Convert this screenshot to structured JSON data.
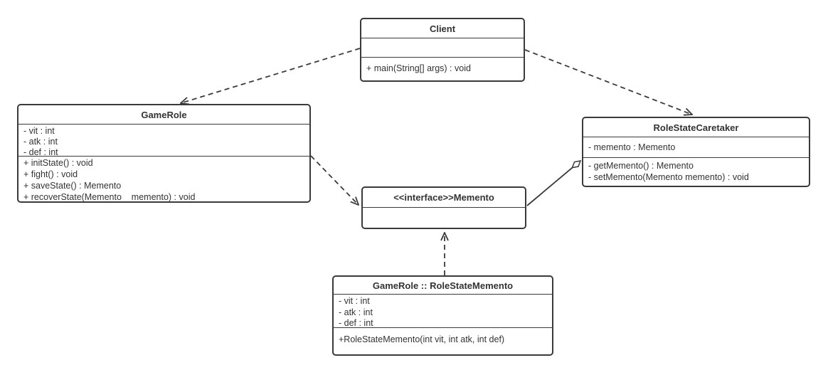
{
  "canvas": {
    "background": "#ffffff",
    "stroke_color": "#3a3a3a",
    "text_color": "#333333"
  },
  "classes": [
    {
      "name": "Client",
      "attributes": [],
      "methods": [
        "+ main(String[] args) : void"
      ]
    },
    {
      "name": "GameRole",
      "attributes": [
        "- vit : int",
        "- atk : int",
        "- def : int"
      ],
      "methods": [
        "+ initState() : void",
        "+ fight() : void",
        "+ saveState() : Memento",
        "+ recoverState(Memento    memento) : void"
      ]
    },
    {
      "name": "RoleStateCaretaker",
      "attributes": [
        "- memento : Memento"
      ],
      "methods": [
        "- getMemento() : Memento",
        "- setMemento(Memento memento) : void"
      ]
    },
    {
      "name": "<<interface>>Memento",
      "attributes": [],
      "methods": []
    },
    {
      "name": "GameRole :: RoleStateMemento",
      "attributes": [
        "- vit : int",
        "- atk : int",
        "- def : int"
      ],
      "methods": [
        "+RoleStateMemento(int vit, int atk, int def)"
      ]
    }
  ],
  "relations": [
    {
      "from": "Client",
      "to": "GameRole",
      "type": "dependency",
      "line": "dashed",
      "arrow": "open-arrow"
    },
    {
      "from": "Client",
      "to": "RoleStateCaretaker",
      "type": "dependency",
      "line": "dashed",
      "arrow": "open-arrow"
    },
    {
      "from": "GameRole",
      "to": "<<interface>>Memento",
      "type": "dependency",
      "line": "dashed",
      "arrow": "open-arrow"
    },
    {
      "from": "RoleStateCaretaker",
      "to": "<<interface>>Memento",
      "type": "aggregation",
      "line": "solid",
      "arrow": "open-diamond"
    },
    {
      "from": "GameRole :: RoleStateMemento",
      "to": "<<interface>>Memento",
      "type": "realization",
      "line": "dashed",
      "arrow": "open-arrow"
    }
  ]
}
